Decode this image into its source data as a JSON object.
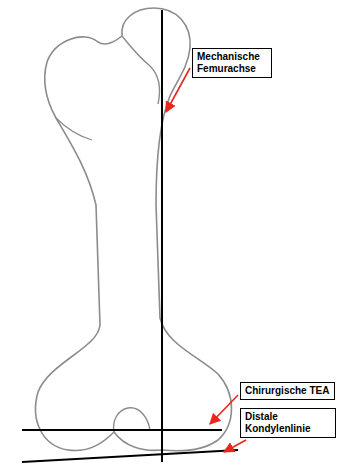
{
  "diagram": {
    "nodes": [
      {
        "text": [
          "Mechanische Femurachse"
        ]
      },
      {
        "text": [
          "Chirurgische TEA"
        ]
      },
      {
        "text": [
          "Distale Kondylenlinie"
        ]
      }
    ]
  }
}
